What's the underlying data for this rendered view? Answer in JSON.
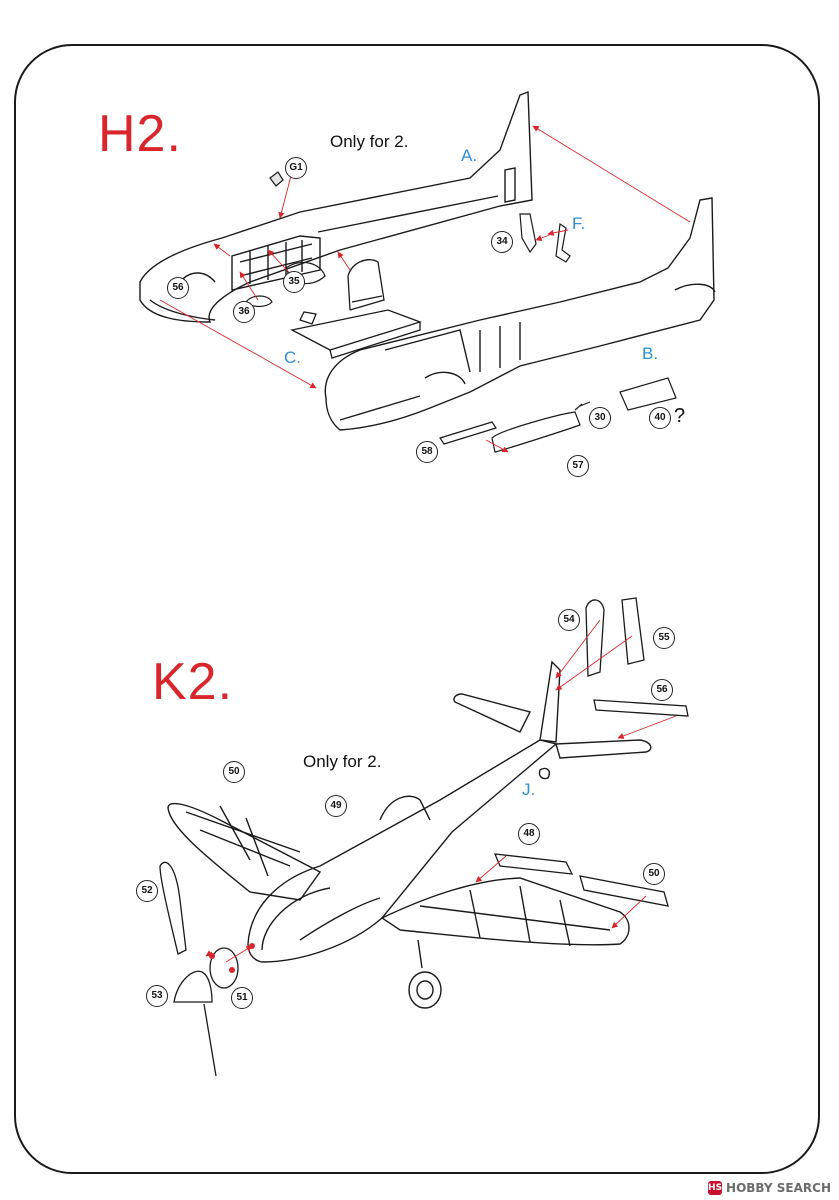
{
  "steps": {
    "h2": {
      "title": "H2.",
      "note": "Only for 2.",
      "assemblies": {
        "a": "A.",
        "b": "B.",
        "c": "C.",
        "f": "F."
      },
      "parts": {
        "g1": "G1",
        "p34": "34",
        "p35": "35",
        "p36": "36",
        "p56": "56",
        "p30": "30",
        "p40": "40",
        "p58": "58",
        "p57": "57"
      },
      "question": "?"
    },
    "k2": {
      "title": "K2.",
      "note": "Only for 2.",
      "assemblies": {
        "j": "J."
      },
      "parts": {
        "p54": "54",
        "p55": "55",
        "p56": "56",
        "p50a": "50",
        "p49": "49",
        "p48": "48",
        "p50b": "50",
        "p52": "52",
        "p53": "53",
        "p51": "51"
      }
    }
  },
  "watermark": {
    "logo": "HS",
    "text": "HOBBY SEARCH"
  },
  "colors": {
    "step_title": "#d9262c",
    "assembly_label": "#2e8fd1",
    "arrow": "#d9262c",
    "line": "#1a1a1a"
  }
}
